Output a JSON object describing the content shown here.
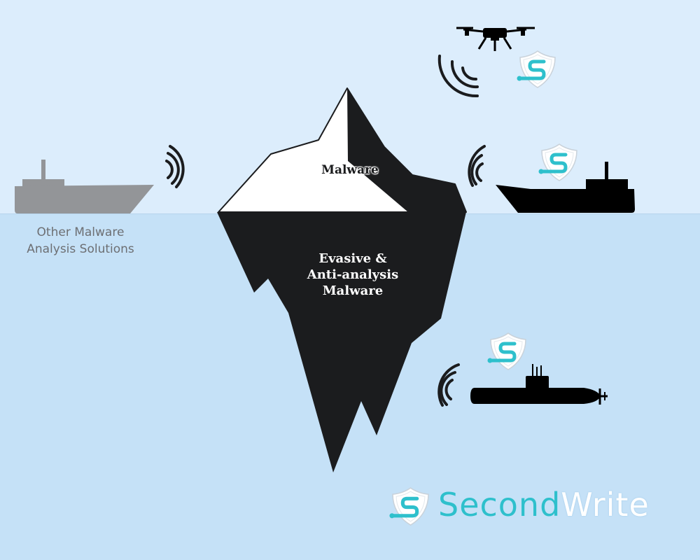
{
  "labels": {
    "competitors_line1": "Other Malware",
    "competitors_line2": "Analysis Solutions",
    "iceberg_tip": "Malware",
    "iceberg_deep_line1": "Evasive &",
    "iceberg_deep_line2": "Anti-analysis",
    "iceberg_deep_line3": "Malware"
  },
  "brand": {
    "word1": "Second",
    "word2": "Write",
    "logo_letter": "S"
  },
  "icons": [
    "drone-icon",
    "ship-icon",
    "submarine-icon",
    "shield-logo-icon",
    "signal-waves-icon"
  ],
  "colors": {
    "sky": "#dcedfc",
    "sea": "#c5e1f7",
    "iceberg": "#1b1c1e",
    "competitor_ship": "#939598",
    "brand_teal": "#2ec0cc",
    "vessel": "#000000"
  }
}
